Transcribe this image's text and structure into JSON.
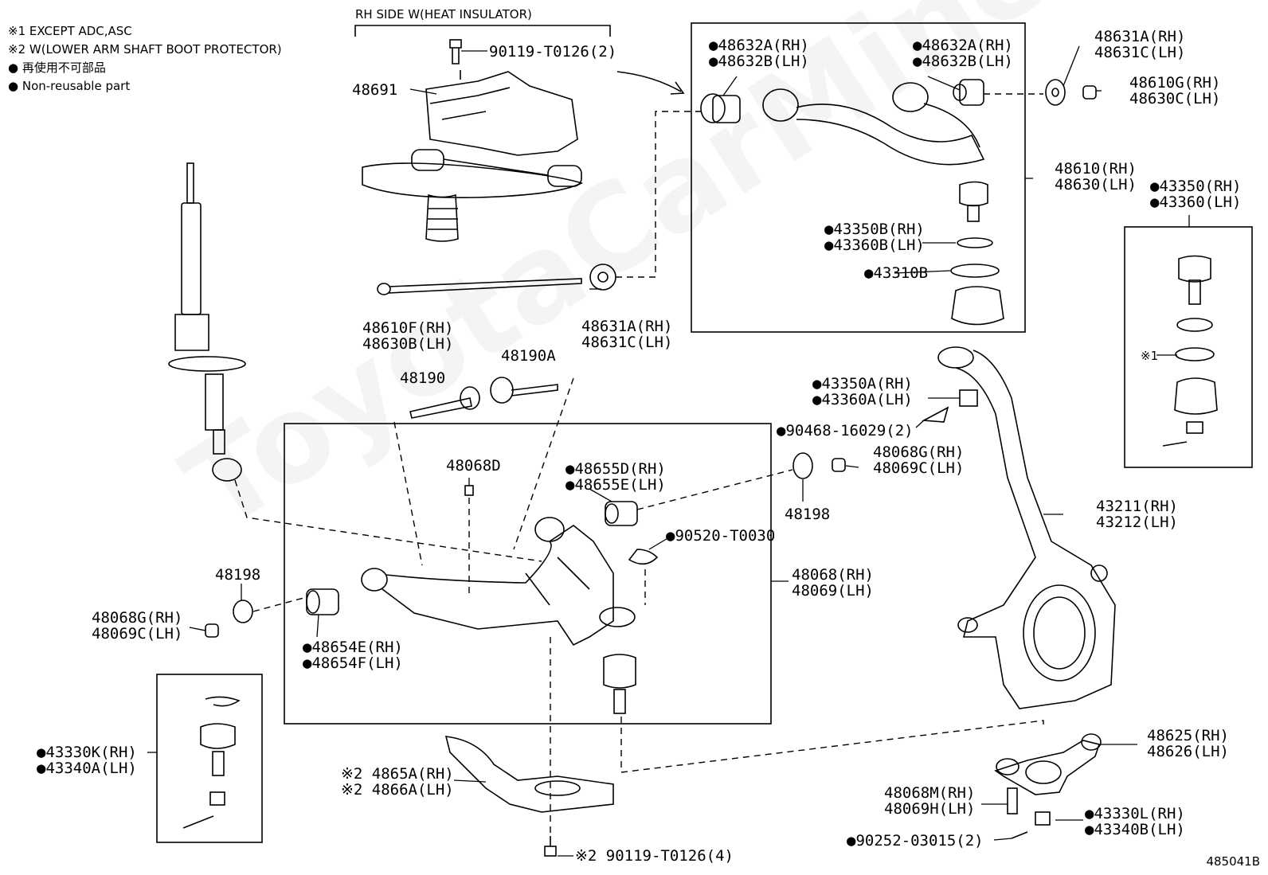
{
  "legend": {
    "note1": "※1 EXCEPT ADC,ASC",
    "note2": "※2  W(LOWER ARM SHAFT BOOT PROTECTOR)",
    "note3": "●  再使用不可部品",
    "note4": "●  Non-reusable part"
  },
  "caption": "RH SIDE W(HEAT INSULATOR)",
  "diagram_id": "485041B",
  "watermark": "ToyotaCarMiner.ru",
  "labels": {
    "p90119a": "90119-T0126(2)",
    "p48691": "48691",
    "p48632a_l1": "●48632A(RH)",
    "p48632a_l2": "●48632B(LH)",
    "p48632b_l1": "●48632A(RH)",
    "p48632b_l2": "●48632B(LH)",
    "p48631a_l1": "48631A(RH)",
    "p48631a_l2": "48631C(LH)",
    "p48610g_l1": "48610G(RH)",
    "p48610g_l2": "48630C(LH)",
    "p48610_l1": "48610(RH)",
    "p48610_l2": "48630(LH)",
    "p43350_l1": "●43350(RH)",
    "p43350_l2": "●43360(LH)",
    "p43350b_l1": "●43350B(RH)",
    "p43350b_l2": "●43360B(LH)",
    "p43310b": "●43310B",
    "p48610f_l1": "48610F(RH)",
    "p48610f_l2": "48630B(LH)",
    "p48631b_l1": "48631A(RH)",
    "p48631b_l2": "48631C(LH)",
    "p48190": "48190",
    "p48190a": "48190A",
    "p43350a_l1": "●43350A(RH)",
    "p43350a_l2": "●43360A(LH)",
    "p90468": "●90468-16029(2)",
    "p48068g_r_l1": "48068G(RH)",
    "p48068g_r_l2": "48069C(LH)",
    "p48198_r": "48198",
    "p48068d": "48068D",
    "p48655_l1": "●48655D(RH)",
    "p48655_l2": "●48655E(LH)",
    "p90520": "●90520-T0030",
    "p48068_l1": "48068(RH)",
    "p48068_l2": "48069(LH)",
    "p43211_l1": "43211(RH)",
    "p43211_l2": "43212(LH)",
    "note_x1": "※1",
    "p48198_l": "48198",
    "p48068g_l_l1": "48068G(RH)",
    "p48068g_l_l2": "48069C(LH)",
    "p48654_l1": "●48654E(RH)",
    "p48654_l2": "●48654F(LH)",
    "p43330k_l1": "●43330K(RH)",
    "p43330k_l2": "●43340A(LH)",
    "p4865_l1": "※2 4865A(RH)",
    "p4865_l2": "※2 4866A(LH)",
    "p90119b": "※2 90119-T0126(4)",
    "p48625_l1": "48625(RH)",
    "p48625_l2": "48626(LH)",
    "p48068m_l1": "48068M(RH)",
    "p48068m_l2": "48069H(LH)",
    "p43330l_l1": "●43330L(RH)",
    "p43330l_l2": "●43340B(LH)",
    "p90252": "●90252-03015(2)"
  }
}
